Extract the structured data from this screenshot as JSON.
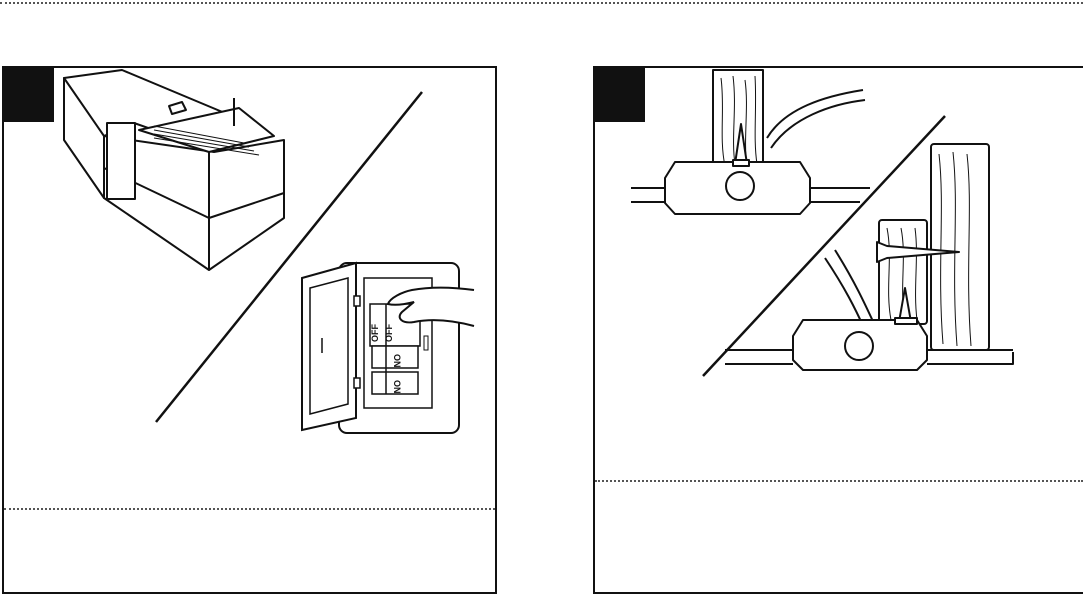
{
  "panels": [
    {
      "step_number": "",
      "caption": "",
      "breaker_labels": {
        "off_1": "OFF",
        "off_2": "OFF",
        "on_1": "ON",
        "on_2": "ON"
      }
    },
    {
      "step_number": "",
      "caption": ""
    }
  ],
  "colors": {
    "ink": "#111111",
    "paper": "#ffffff",
    "dotted_rule": "#555555"
  }
}
